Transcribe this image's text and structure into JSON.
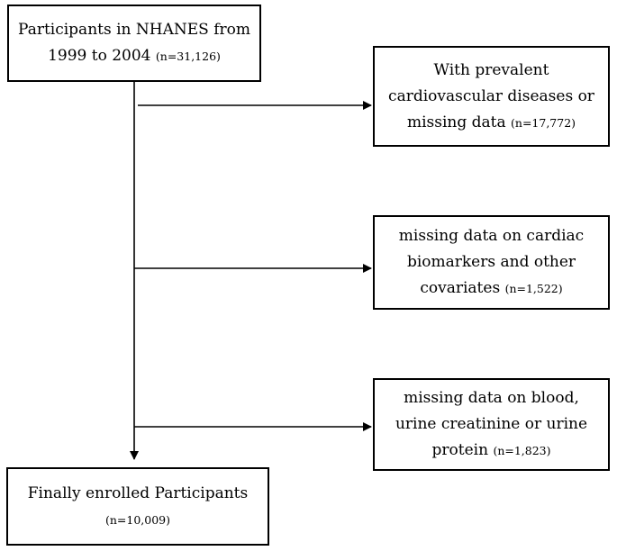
{
  "start": {
    "line1": "Participants in NHANES from",
    "line2_text": "1999 to 2004 ",
    "line2_n": "(n=31,126)"
  },
  "exclusion1": {
    "line1": "With prevalent",
    "line2": "cardiovascular diseases or",
    "line3_text": "missing data ",
    "line3_n": "(n=17,772)"
  },
  "exclusion2": {
    "line1": "missing data on cardiac",
    "line2": "biomarkers and other",
    "line3_text": "covariates ",
    "line3_n": "(n=1,522)"
  },
  "exclusion3": {
    "line1": "missing data on blood,",
    "line2": "urine creatinine or urine",
    "line3_text": "protein ",
    "line3_n": "(n=1,823)"
  },
  "final": {
    "line1": "Finally enrolled Participants",
    "line2_n": "(n=10,009)"
  }
}
